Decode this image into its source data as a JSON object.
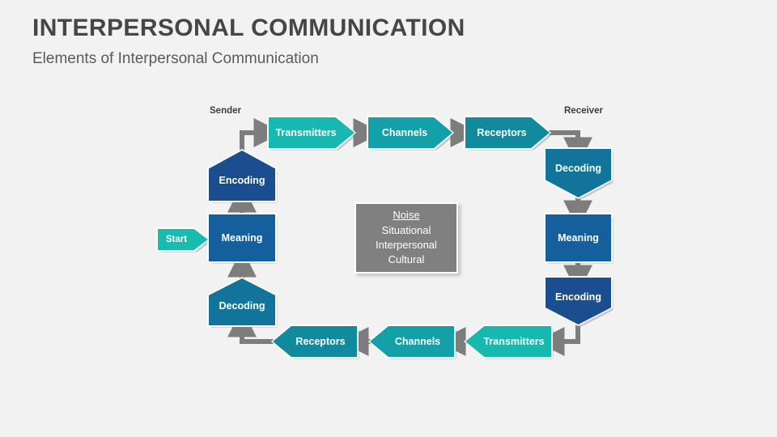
{
  "header": {
    "title": "INTERPERSONAL COMMUNICATION",
    "subtitle": "Elements of Interpersonal Communication"
  },
  "labels": {
    "sender": "Sender",
    "receiver": "Receiver"
  },
  "start": {
    "label": "Start"
  },
  "noise": {
    "heading": "Noise",
    "items": [
      "Situational",
      "Interpersonal",
      "Cultural"
    ]
  },
  "sender_column": [
    {
      "label": "Encoding",
      "shape": "pentagon-up",
      "color": "#1B4E8E"
    },
    {
      "label": "Meaning",
      "shape": "rectangle",
      "color": "#15609C"
    },
    {
      "label": "Decoding",
      "shape": "pentagon-up",
      "color": "#13749B"
    }
  ],
  "receiver_column": [
    {
      "label": "Decoding",
      "shape": "pentagon-down",
      "color": "#13749B"
    },
    {
      "label": "Meaning",
      "shape": "rectangle",
      "color": "#15609C"
    },
    {
      "label": "Encoding",
      "shape": "pentagon-down",
      "color": "#1B4E8E"
    }
  ],
  "top_channel": [
    {
      "label": "Transmitters",
      "color": "#16B8AF"
    },
    {
      "label": "Channels",
      "color": "#13A0A8"
    },
    {
      "label": "Receptors",
      "color": "#128A9E"
    }
  ],
  "bottom_channel": [
    {
      "label": "Receptors",
      "color": "#128A9E"
    },
    {
      "label": "Channels",
      "color": "#13A0A8"
    },
    {
      "label": "Transmitters",
      "color": "#16B8AF"
    }
  ],
  "colors": {
    "background": "#f2f2f2",
    "title_text": "#464646",
    "subtitle_text": "#5a5a5a",
    "connector_gray": "#7d7d7d",
    "noise_gray": "#808080",
    "start_teal": "#18BBAE"
  }
}
